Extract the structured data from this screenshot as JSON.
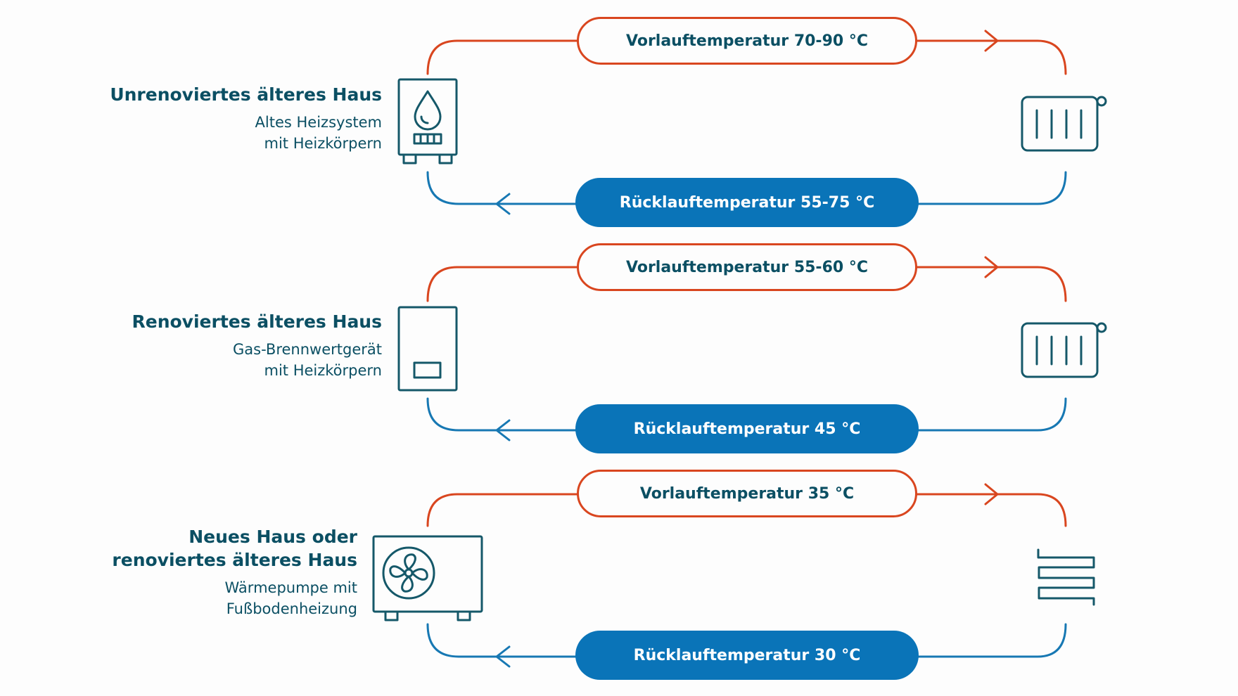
{
  "colors": {
    "supply_line": "#d9461f",
    "return_line": "#1778b3",
    "return_pill": "#0a74b8",
    "text_dark": "#0b4f63",
    "icon": "#155869",
    "background": "#fdfdfd"
  },
  "scenarios": [
    {
      "title": "Unrenoviertes älteres Haus",
      "subtitle": "Altes Heizsystem\nmit Heizkörpern",
      "supply": "Vorlauftemperatur 70-90 °C",
      "return": "Rücklauftemperatur 55-75 °C",
      "heater_icon": "oil-boiler-icon",
      "emitter_icon": "radiator-icon"
    },
    {
      "title": "Renoviertes älteres Haus",
      "subtitle": "Gas-Brennwertgerät\nmit Heizkörpern",
      "supply": "Vorlauftemperatur 55-60 °C",
      "return": "Rücklauftemperatur 45 °C",
      "heater_icon": "gas-condensing-boiler-icon",
      "emitter_icon": "radiator-icon"
    },
    {
      "title": "Neues Haus oder\nrenoviertes älteres Haus",
      "subtitle": "Wärmepumpe mit\nFußbodenheizung",
      "supply": "Vorlauftemperatur 35 °C",
      "return": "Rücklauftemperatur 30 °C",
      "heater_icon": "heat-pump-fan-icon",
      "emitter_icon": "underfloor-heating-icon"
    }
  ]
}
